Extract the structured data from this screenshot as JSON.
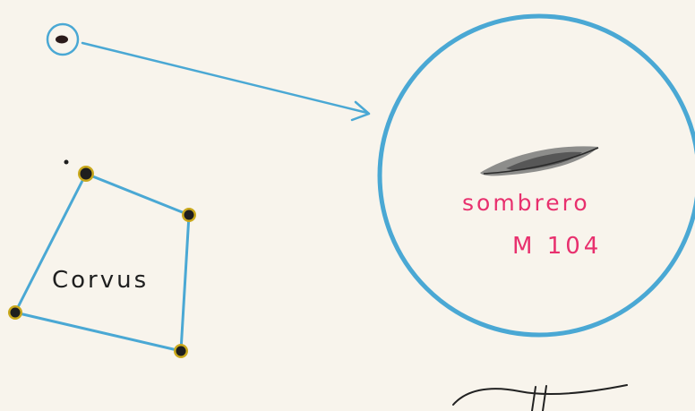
{
  "drawing": {
    "constellation_label": "Corvus",
    "galaxy_name": "sombrero",
    "galaxy_catalog": "M 104"
  },
  "colors": {
    "paper": "#f8f4ec",
    "pencil_blue": "#4aa8d4",
    "pink_text": "#e8306e",
    "black_ink": "#1f1f1f",
    "star_halo": "#c9a81c"
  },
  "icons": {
    "finder_marker": "small-circle-with-dot",
    "pointer": "arrow",
    "eyepiece_view": "large-circle",
    "galaxy": "edge-on-galaxy-smudge",
    "stars": "dots-with-yellow-halo"
  }
}
